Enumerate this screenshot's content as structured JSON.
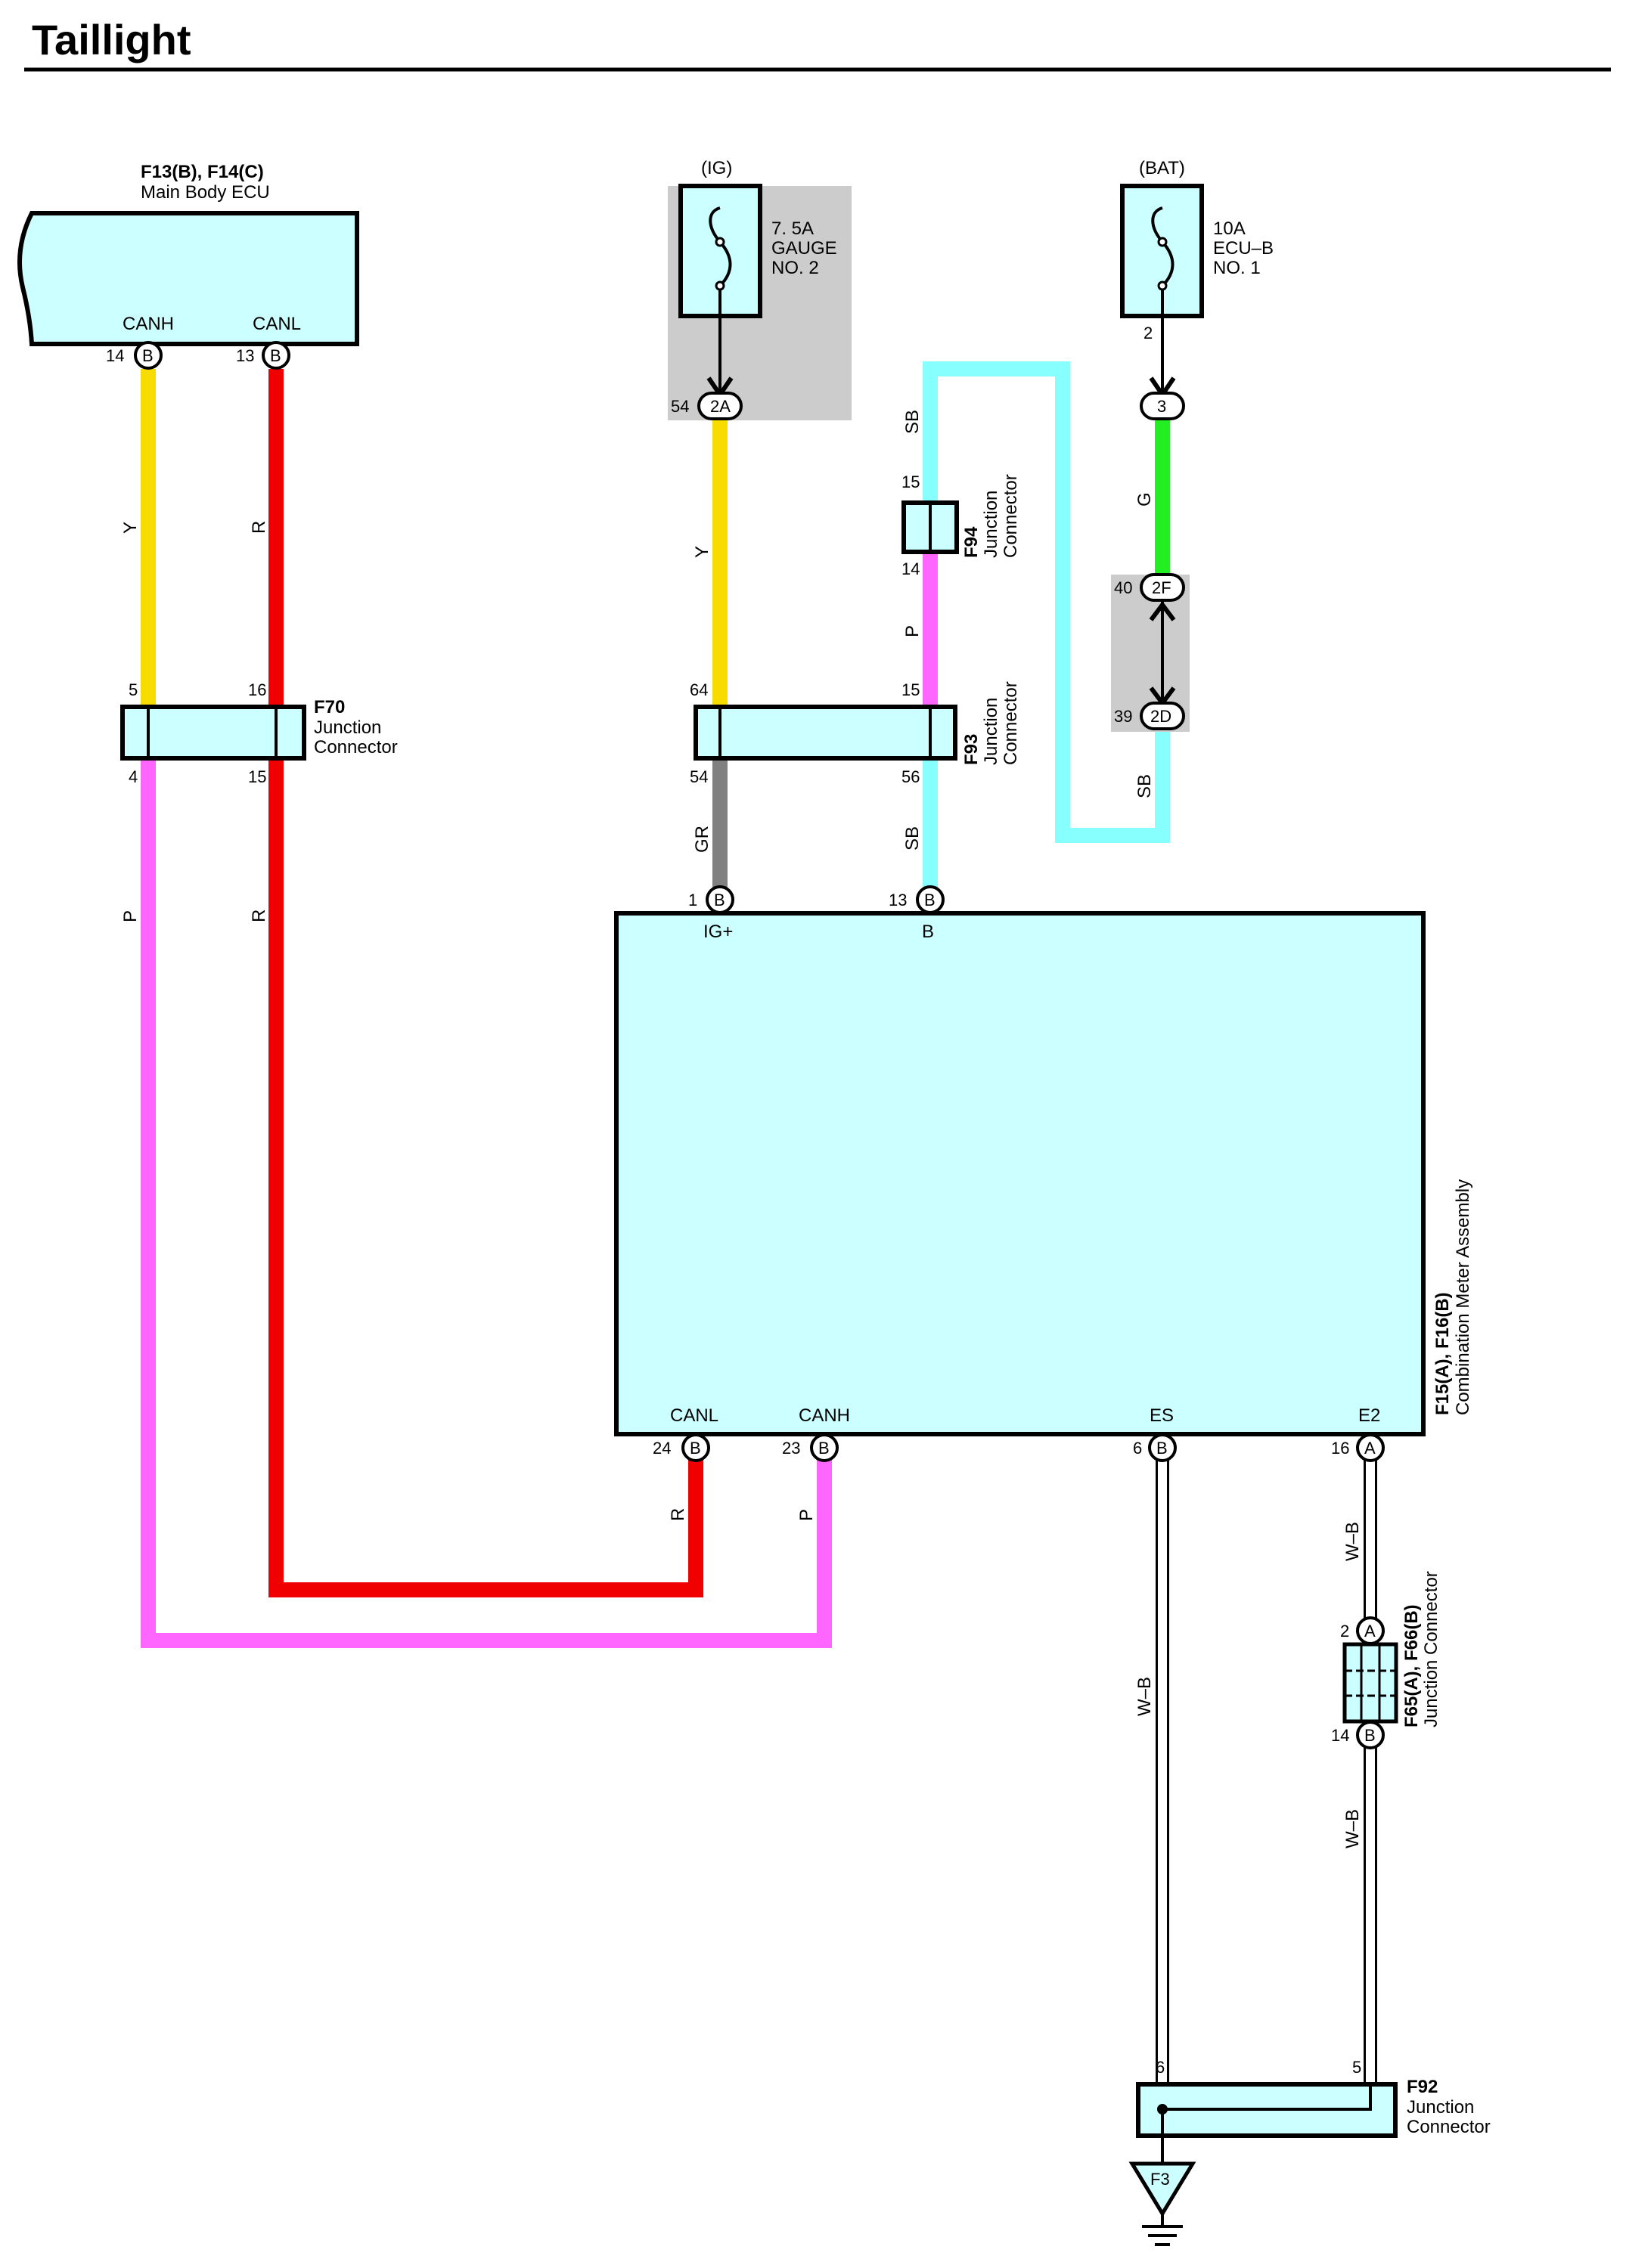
{
  "title": "Taillight",
  "colors": {
    "Y": "#f8dc00",
    "R": "#f00000",
    "P": "#ff66ff",
    "SB": "#88ffff",
    "G": "#22ee22",
    "GR": "#808080",
    "WB": "#ffffff",
    "component_fill": "#ccffff",
    "fuse_box_bg": "#cccccc"
  },
  "components": {
    "main_body_ecu": {
      "code": "F13(B), F14(C)",
      "name": "Main Body ECU"
    },
    "combination_meter": {
      "code": "F15(A), F16(B)",
      "name": "Combination Meter Assembly"
    },
    "f70": {
      "code": "F70",
      "line1": "Junction",
      "line2": "Connector"
    },
    "f93": {
      "code": "F93",
      "line1": "Junction",
      "line2": "Connector"
    },
    "f94": {
      "code": "F94",
      "line1": "Junction",
      "line2": "Connector"
    },
    "f65_f66": {
      "code": "F65(A), F66(B)",
      "name": "Junction Connector"
    },
    "f92": {
      "code": "F92",
      "line1": "Junction",
      "line2": "Connector"
    },
    "ground": {
      "code": "F3"
    }
  },
  "fuses": {
    "gauge": {
      "source": "(IG)",
      "line1": "7. 5A",
      "line2": "GAUGE",
      "line3": "NO. 2"
    },
    "ecu_b": {
      "source": "(BAT)",
      "line1": "10A",
      "line2": "ECU–B",
      "line3": "NO. 1"
    }
  },
  "terminals": {
    "ecu_canh": "CANH",
    "ecu_canl": "CANL",
    "meter_ig": "IG+",
    "meter_b": "B",
    "meter_canl": "CANL",
    "meter_canh": "CANH",
    "meter_es": "ES",
    "meter_e2": "E2"
  },
  "pins": {
    "ecu_canh_pin": "14",
    "ecu_canh_conn": "B",
    "ecu_canl_pin": "13",
    "ecu_canl_conn": "B",
    "f70_in_y": "5",
    "f70_in_r": "16",
    "f70_out_p": "4",
    "f70_out_r": "15",
    "gauge_j_pin": "54",
    "gauge_j_conn": "2A",
    "f93_in_y": "64",
    "f93_in_p": "15",
    "f93_out_gr": "54",
    "f93_out_sb": "56",
    "f94_top": "15",
    "f94_bot": "14",
    "ecub_pin": "2",
    "j3_conn": "3",
    "j2f_pin": "40",
    "j2f_conn": "2F",
    "j2d_pin": "39",
    "j2d_conn": "2D",
    "meter_ig_pin": "1",
    "meter_ig_conn": "B",
    "meter_b_pin": "13",
    "meter_b_conn": "B",
    "meter_canl_pin": "24",
    "meter_canl_conn": "B",
    "meter_canh_pin": "23",
    "meter_canh_conn": "B",
    "meter_es_pin": "6",
    "meter_es_conn": "B",
    "meter_e2_pin": "16",
    "meter_e2_conn": "A",
    "f65_pin": "2",
    "f65_conn": "A",
    "f66_pin": "14",
    "f66_conn": "B",
    "f92_in_left": "6",
    "f92_in_right": "5"
  },
  "wire_labels": {
    "y1": "Y",
    "r1": "R",
    "y2": "Y",
    "sb1": "SB",
    "p1": "P",
    "g1": "G",
    "sb2": "SB",
    "p2": "P",
    "r2": "R",
    "gr": "GR",
    "sb3": "SB",
    "r3": "R",
    "p3": "P",
    "wb1": "W–B",
    "wb2": "W–B",
    "wb3": "W–B"
  }
}
